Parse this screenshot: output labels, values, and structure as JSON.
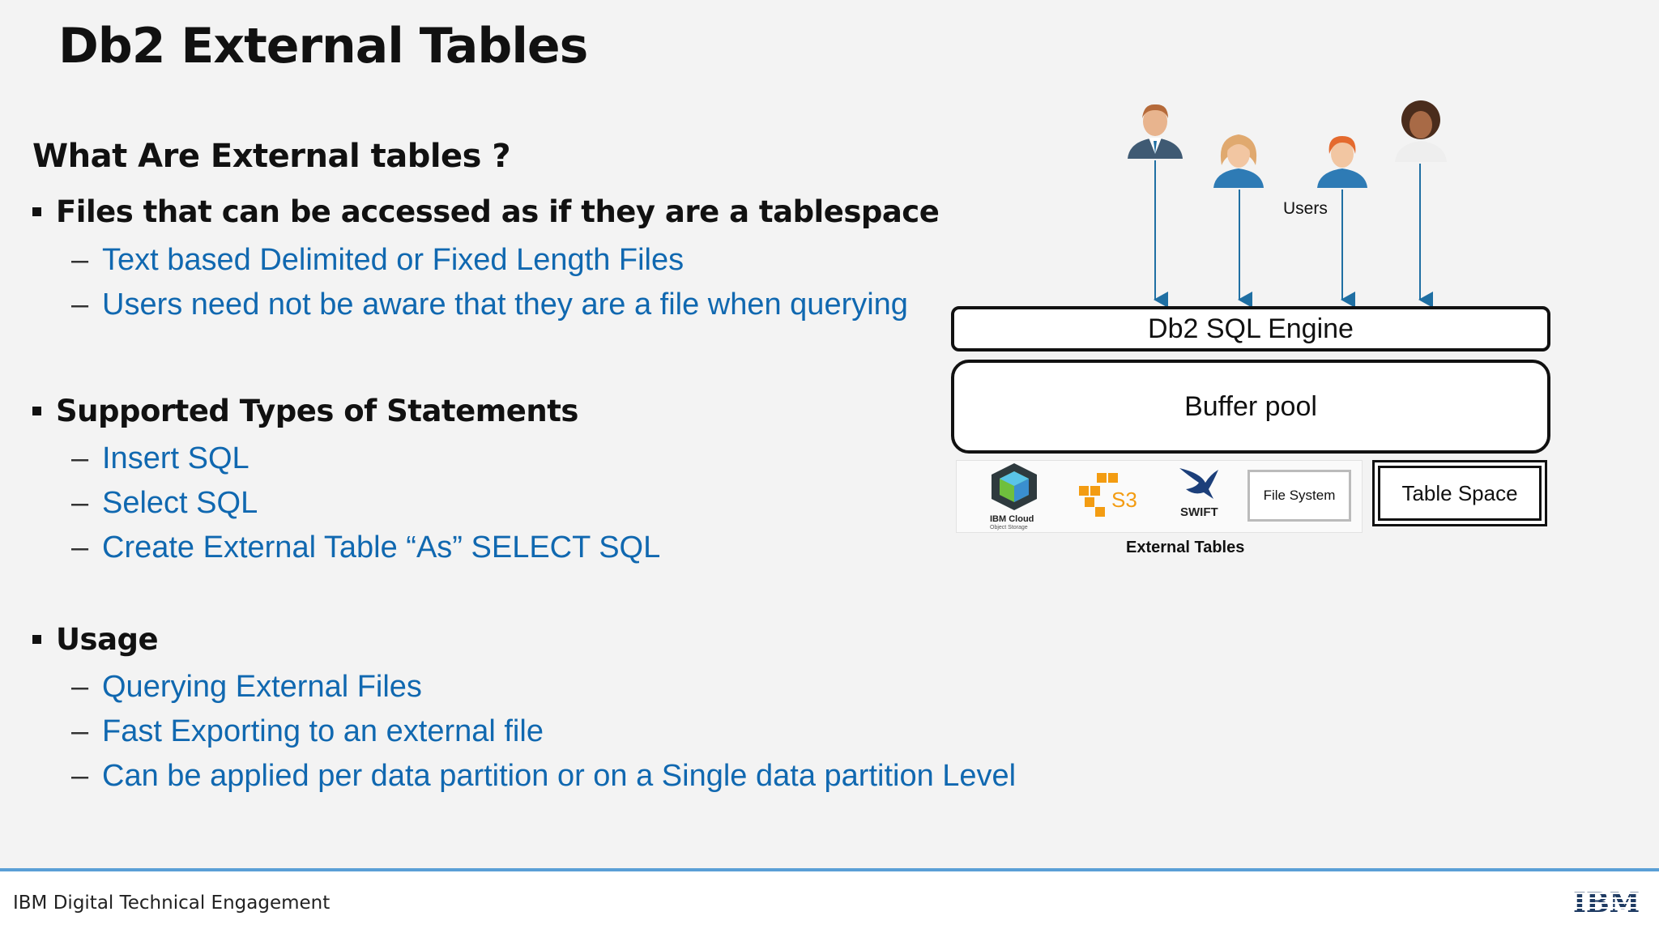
{
  "title": "Db2 External Tables",
  "sections": {
    "what": {
      "heading": "What Are External tables ?"
    },
    "files": {
      "label": "Files that can be accessed as if they are a tablespace",
      "items": [
        "Text based Delimited or Fixed Length Files",
        "Users need not be aware that they are a file when querying"
      ]
    },
    "statements": {
      "label": "Supported Types of Statements",
      "items": [
        "Insert SQL",
        "Select SQL",
        "Create External Table “As” SELECT SQL"
      ]
    },
    "usage": {
      "label": "Usage",
      "items": [
        "Querying External Files",
        "Fast Exporting to an external file",
        "Can be applied per data partition or on a Single data partition Level"
      ]
    }
  },
  "dash": "–",
  "diagram": {
    "users_label": "Users",
    "engine_label": "Db2 SQL Engine",
    "buffer_label": "Buffer pool",
    "storage": {
      "ibm_cloud_label": "IBM Cloud",
      "ibm_cloud_sub": "Object Storage",
      "s3_label": "S3",
      "swift_label": "SWIFT",
      "filesystem_label": "File System"
    },
    "tablespace_label": "Table Space",
    "external_tables_label": "External Tables",
    "colors": {
      "arrow": "#1f6fa3",
      "text_blue": "#1068b0"
    }
  },
  "footer": {
    "text": "IBM Digital Technical Engagement",
    "logo": "IBM"
  }
}
